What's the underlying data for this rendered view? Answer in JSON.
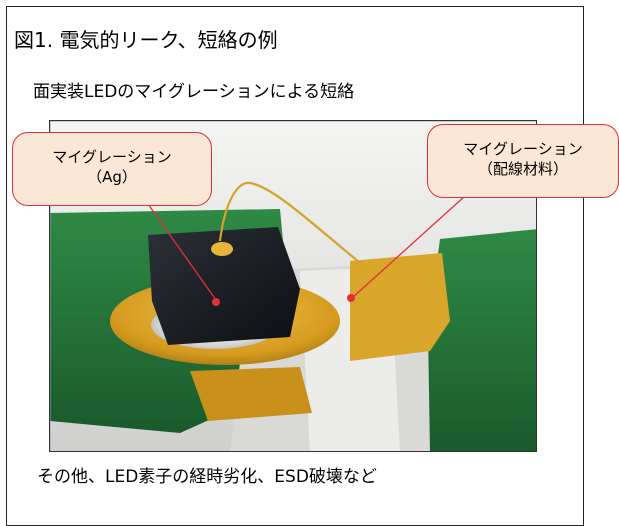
{
  "figure": {
    "title": "図1. 電気的リーク、短絡の例",
    "subtitle": "面実装LEDのマイグレーションによる短絡"
  },
  "callouts": {
    "left": {
      "line1": "マイグレーション",
      "line2": "（Ag）"
    },
    "right": {
      "line1": "マイグレーション",
      "line2": "（配線材料）"
    }
  },
  "footer": {
    "text": "その他、LED素子の経時劣化、ESD破壊など"
  },
  "colors": {
    "callout_fill": "#fbe7d5",
    "callout_border": "#e0303a",
    "leader_dot": "#e0303a"
  },
  "icons": {
    "photo": "led-migration-photo"
  }
}
